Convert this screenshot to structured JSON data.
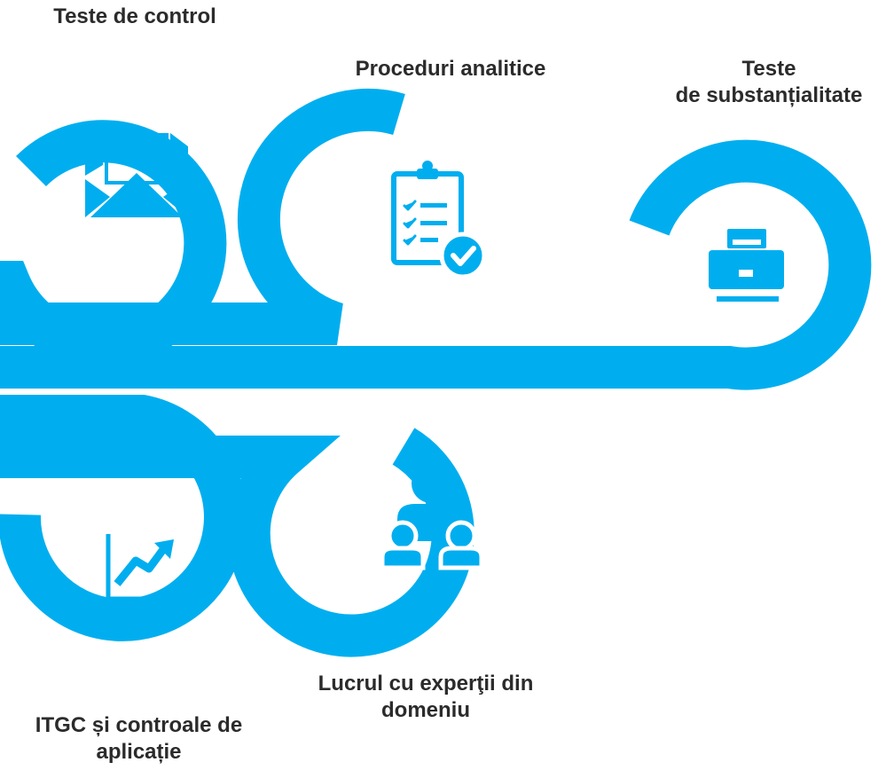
{
  "colors": {
    "ribbon": "#00aeef",
    "background": "#ffffff",
    "text": "#2b2b2b"
  },
  "steps": [
    {
      "id": "teste-control",
      "label_lines": [
        "Teste de control"
      ],
      "icon": "envelope-icon"
    },
    {
      "id": "proceduri-analitice",
      "label_lines": [
        "Proceduri analitice"
      ],
      "icon": "clipboard-checklist-icon"
    },
    {
      "id": "teste-substantialitate",
      "label_lines": [
        "Teste",
        "de substanțialitate"
      ],
      "icon": "printer-icon"
    },
    {
      "id": "itgc",
      "label_lines": [
        "ITGC și controale de",
        "aplicație"
      ],
      "icon": "trend-chart-icon"
    },
    {
      "id": "experti",
      "label_lines": [
        "Lucrul cu experţii din",
        "domeniu"
      ],
      "icon": "team-people-icon"
    }
  ]
}
